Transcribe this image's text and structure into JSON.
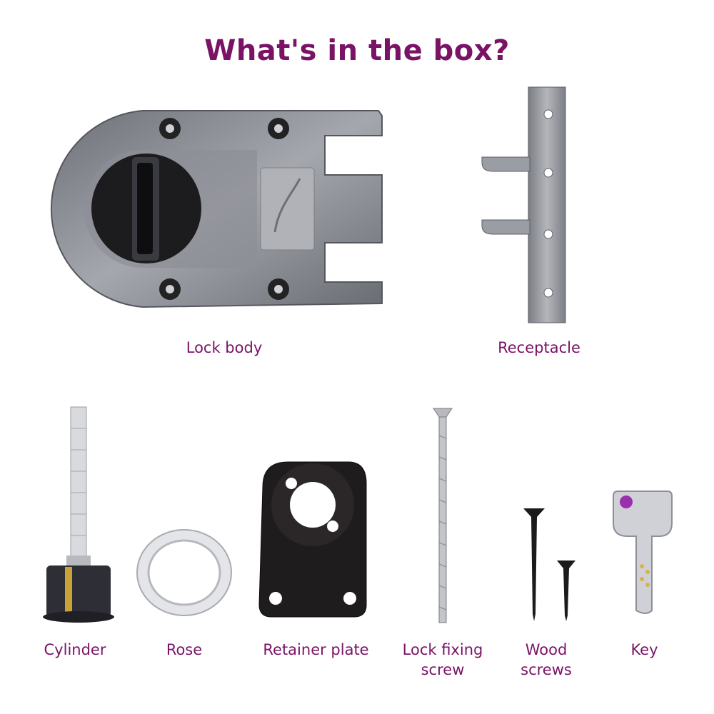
{
  "title": "What's in the box?",
  "items": [
    {
      "label": "Lock body"
    },
    {
      "label": "Receptacle"
    },
    {
      "label": "Cylinder"
    },
    {
      "label": "Rose"
    },
    {
      "label": "Retainer plate"
    },
    {
      "label": "Lock fixing\nscrew"
    },
    {
      "label": "Wood\nscrews"
    },
    {
      "label": "Key"
    }
  ],
  "colors": {
    "accent": "#7a1366",
    "metal": "#9c9ea6",
    "dark": "#1a1a1c"
  }
}
